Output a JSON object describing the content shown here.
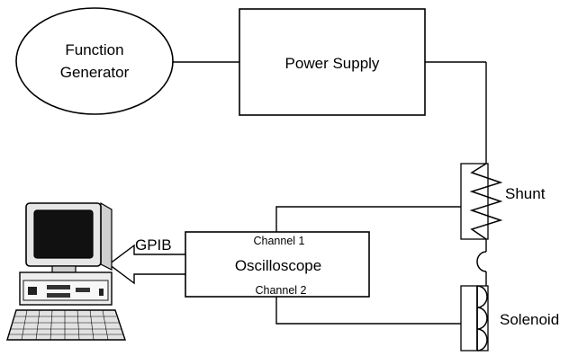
{
  "blocks": {
    "function_generator": {
      "line1": "Function",
      "line2": "Generator"
    },
    "power_supply": {
      "label": "Power Supply"
    },
    "oscilloscope": {
      "label": "Oscilloscope",
      "channel1": "Channel 1",
      "channel2": "Channel 2"
    },
    "shunt": {
      "label": "Shunt"
    },
    "solenoid": {
      "label": "Solenoid"
    }
  },
  "link": {
    "label": "GPIB"
  },
  "colors": {
    "line": "#000000",
    "background": "#ffffff",
    "screen": "#111111"
  }
}
